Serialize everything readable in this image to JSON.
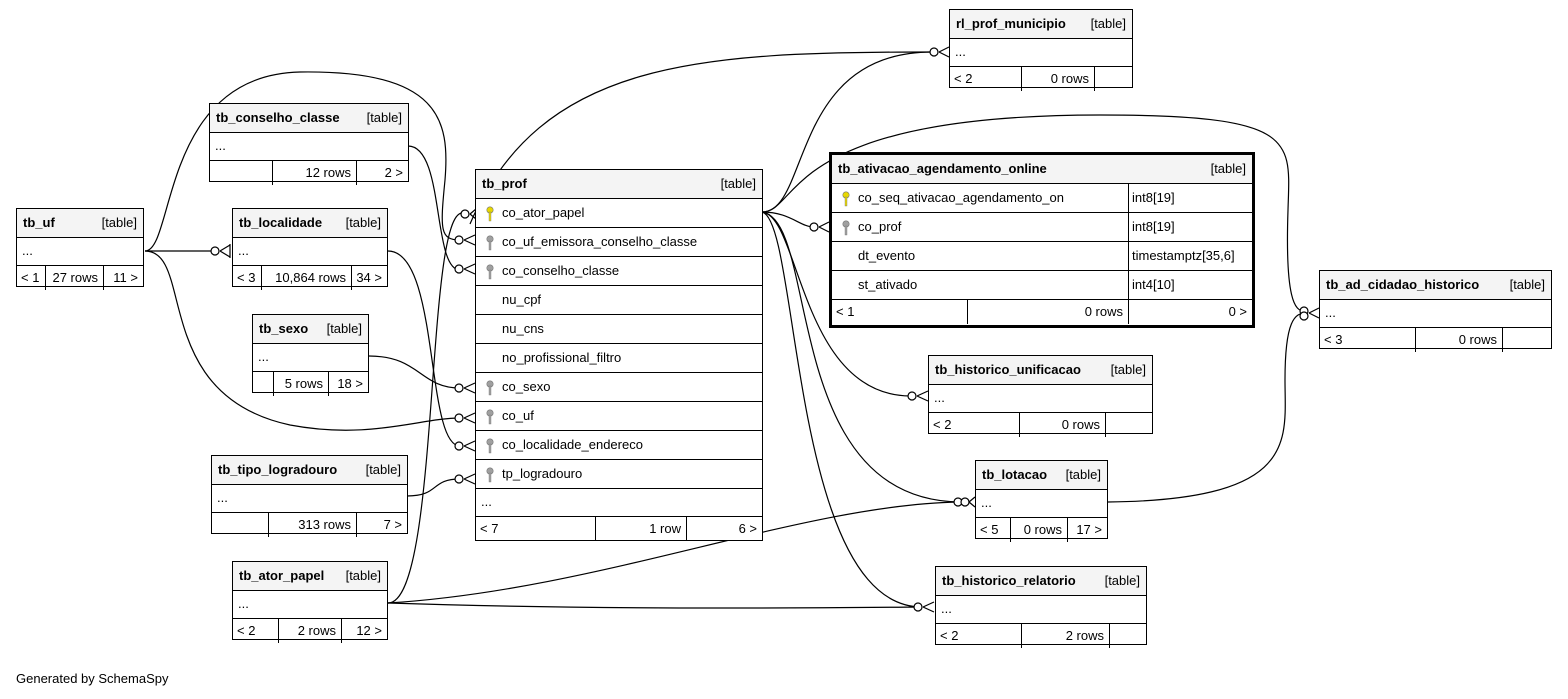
{
  "credit": "Generated by SchemaSpy",
  "colors": {
    "pk_key": "#e8d800",
    "fk_key": "#a0a0a0",
    "header_bg": "#f4f4f4",
    "line": "#000000"
  },
  "tables": {
    "tb_uf": {
      "name": "tb_uf",
      "type": "[table]",
      "ellipsis": "...",
      "footer": [
        "< 1",
        "27 rows",
        "11 >"
      ]
    },
    "tb_conselho_classe": {
      "name": "tb_conselho_classe",
      "type": "[table]",
      "ellipsis": "...",
      "footer": [
        "",
        "12 rows",
        "2 >"
      ]
    },
    "tb_localidade": {
      "name": "tb_localidade",
      "type": "[table]",
      "ellipsis": "...",
      "footer": [
        "< 3",
        "10,864 rows",
        "34 >"
      ]
    },
    "tb_sexo": {
      "name": "tb_sexo",
      "type": "[table]",
      "ellipsis": "...",
      "footer": [
        "",
        "5 rows",
        "18 >"
      ]
    },
    "tb_tipo_logradouro": {
      "name": "tb_tipo_logradouro",
      "type": "[table]",
      "ellipsis": "...",
      "footer": [
        "",
        "313 rows",
        "7 >"
      ]
    },
    "tb_ator_papel": {
      "name": "tb_ator_papel",
      "type": "[table]",
      "ellipsis": "...",
      "footer": [
        "< 2",
        "2 rows",
        "12 >"
      ]
    },
    "tb_prof": {
      "name": "tb_prof",
      "type": "[table]",
      "ellipsis": "...",
      "columns": [
        {
          "name": "co_ator_papel",
          "key": "pk-key-icon"
        },
        {
          "name": "co_uf_emissora_conselho_classe",
          "key": "fk-key-icon"
        },
        {
          "name": "co_conselho_classe",
          "key": "fk-key-icon"
        },
        {
          "name": "nu_cpf",
          "key": ""
        },
        {
          "name": "nu_cns",
          "key": ""
        },
        {
          "name": "no_profissional_filtro",
          "key": ""
        },
        {
          "name": "co_sexo",
          "key": "fk-key-icon"
        },
        {
          "name": "co_uf",
          "key": "fk-key-icon"
        },
        {
          "name": "co_localidade_endereco",
          "key": "fk-key-icon"
        },
        {
          "name": "tp_logradouro",
          "key": "fk-key-icon"
        }
      ],
      "footer": [
        "< 7",
        "1 row",
        "6 >"
      ]
    },
    "rl_prof_municipio": {
      "name": "rl_prof_municipio",
      "type": "[table]",
      "ellipsis": "...",
      "footer": [
        "< 2",
        "0 rows",
        ""
      ]
    },
    "tb_ativacao_agendamento_online": {
      "name": "tb_ativacao_agendamento_online",
      "type": "[table]",
      "columns": [
        {
          "name": "co_seq_ativacao_agendamento_on",
          "type": "int8[19]",
          "key": "pk-key-icon"
        },
        {
          "name": "co_prof",
          "type": "int8[19]",
          "key": "fk-key-icon"
        },
        {
          "name": "dt_evento",
          "type": "timestamptz[35,6]",
          "key": ""
        },
        {
          "name": "st_ativado",
          "type": "int4[10]",
          "key": ""
        }
      ],
      "footer": [
        "< 1",
        "0 rows",
        "0 >"
      ]
    },
    "tb_historico_unificacao": {
      "name": "tb_historico_unificacao",
      "type": "[table]",
      "ellipsis": "...",
      "footer": [
        "< 2",
        "0 rows",
        ""
      ]
    },
    "tb_lotacao": {
      "name": "tb_lotacao",
      "type": "[table]",
      "ellipsis": "...",
      "footer": [
        "< 5",
        "0 rows",
        "17 >"
      ]
    },
    "tb_historico_relatorio": {
      "name": "tb_historico_relatorio",
      "type": "[table]",
      "ellipsis": "...",
      "footer": [
        "< 2",
        "2 rows",
        ""
      ]
    },
    "tb_ad_cidadao_historico": {
      "name": "tb_ad_cidadao_historico",
      "type": "[table]",
      "ellipsis": "...",
      "footer": [
        "< 3",
        "0 rows",
        ""
      ]
    }
  }
}
